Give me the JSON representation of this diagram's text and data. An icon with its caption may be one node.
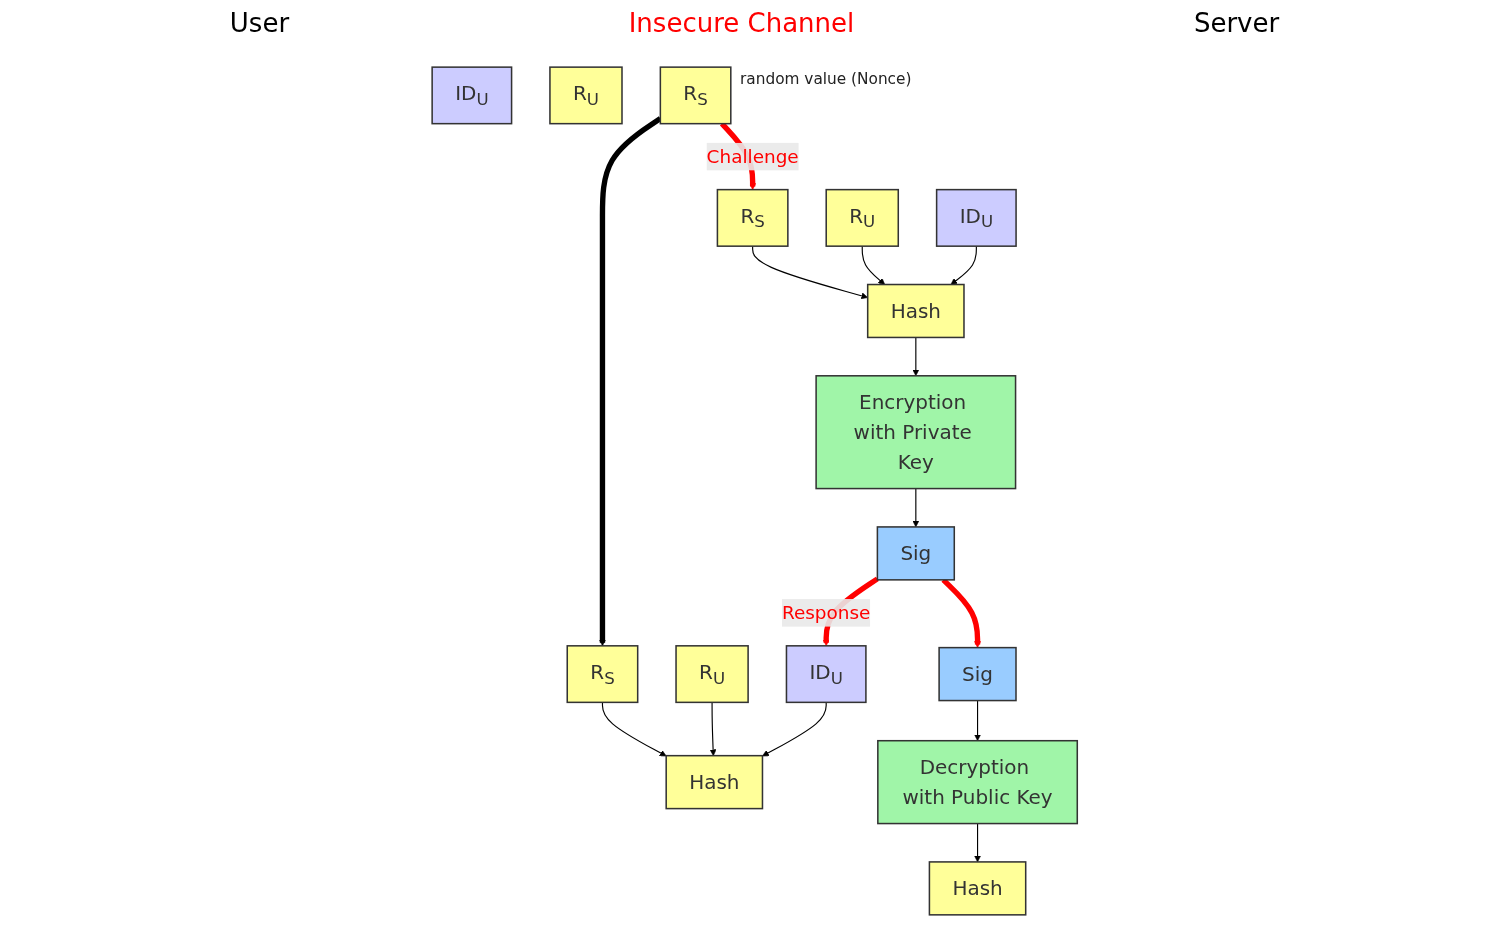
{
  "diagram": {
    "nodes": [
      {
        "text": [
          "ID$_{U}$"
        ]
      },
      {
        "text": [
          "R$_{U}$"
        ]
      },
      {
        "text": [
          "R$_{S}$"
        ]
      },
      {
        "text": [
          "Hash"
        ]
      },
      {
        "text": [
          "Encryption with Private Key"
        ]
      },
      {
        "text": [
          "ID$_{U}$"
        ]
      },
      {
        "text": [
          "R$_{U}$"
        ]
      },
      {
        "text": [
          "Sig"
        ]
      },
      {
        "text": [
          "R$_{S}$"
        ],
        "beside": [
          "random value (Nonce)"
        ]
      },
      {
        "text": [
          "ID$_{U}$"
        ]
      },
      {
        "text": [
          "R$_{U}$"
        ]
      },
      {
        "text": [
          "R$_{S}$"
        ]
      },
      {
        "text": [
          "Hash"
        ]
      },
      {
        "text": [
          "Hash"
        ]
      },
      {
        "text": [
          "Decryption with Public Key"
        ]
      },
      {
        "text": [
          "Sig"
        ]
      }
    ],
    "edges": [
      {
        "from": 8,
        "to": 2,
        "arrow": "to",
        "label": "Challenge",
        "style": "thick",
        "color": "#ff0000"
      },
      {
        "from": 0,
        "to": 3,
        "arrow": "to"
      },
      {
        "from": 1,
        "to": 3,
        "arrow": "to"
      },
      {
        "from": 2,
        "to": 3,
        "arrow": "to"
      },
      {
        "from": 3,
        "to": 4,
        "arrow": "to"
      },
      {
        "from": 4,
        "to": 7,
        "arrow": "to"
      },
      {
        "from": 7,
        "to": 9,
        "arrow": "to",
        "label": "Response",
        "style": "thick",
        "color": "#ff0000"
      },
      {
        "from": 7,
        "to": 15,
        "arrow": "to",
        "style": "thick",
        "color": "#ff0000"
      },
      {
        "from": 8,
        "to": 11,
        "arrow": "to",
        "style": "thick"
      },
      {
        "from": 9,
        "to": 13,
        "arrow": "to"
      },
      {
        "from": 10,
        "to": 13,
        "arrow": "to"
      },
      {
        "from": 11,
        "to": 13,
        "arrow": "to"
      },
      {
        "from": 15,
        "to": 14,
        "arrow": "to"
      },
      {
        "from": 14,
        "to": 12,
        "arrow": "to"
      }
    ],
    "labels": [
      "User",
      "Insecure Channel",
      "Server"
    ]
  }
}
